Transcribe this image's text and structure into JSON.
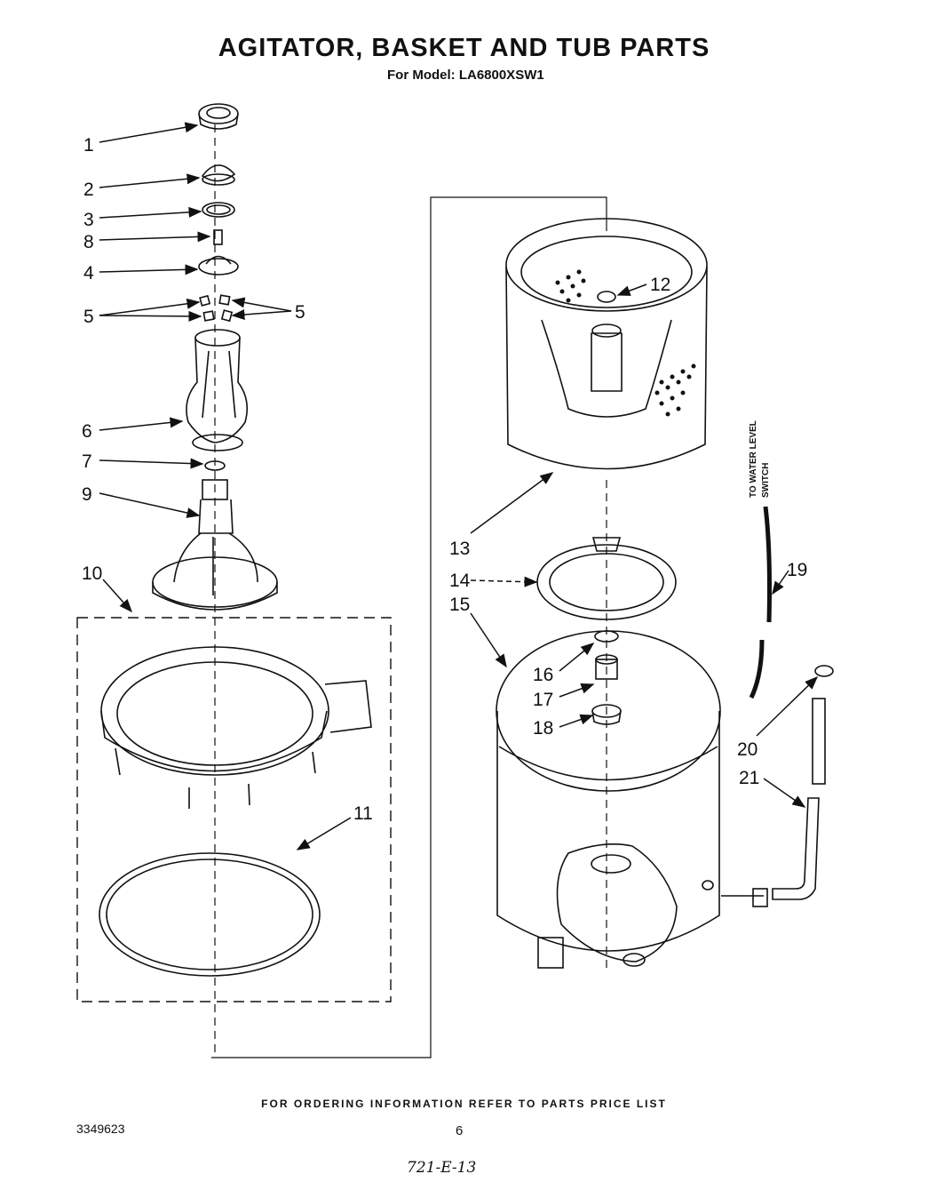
{
  "title": "AGITATOR, BASKET AND TUB PARTS",
  "subtitle": "For Model: LA6800XSW1",
  "side_label_line1": "TO WATER LEVEL",
  "side_label_line2": "SWITCH",
  "footer": "FOR ORDERING INFORMATION REFER TO PARTS PRICE LIST",
  "doc_number": "3349623",
  "page_number": "6",
  "handwritten_note": "721-E-13",
  "callouts": {
    "c1": "1",
    "c2": "2",
    "c3": "3",
    "c8": "8",
    "c4": "4",
    "c5a": "5",
    "c5b": "5",
    "c6": "6",
    "c7": "7",
    "c9": "9",
    "c10": "10",
    "c11": "11",
    "c12": "12",
    "c13": "13",
    "c14": "14",
    "c15": "15",
    "c16": "16",
    "c17": "17",
    "c18": "18",
    "c19": "19",
    "c20": "20",
    "c21": "21"
  }
}
